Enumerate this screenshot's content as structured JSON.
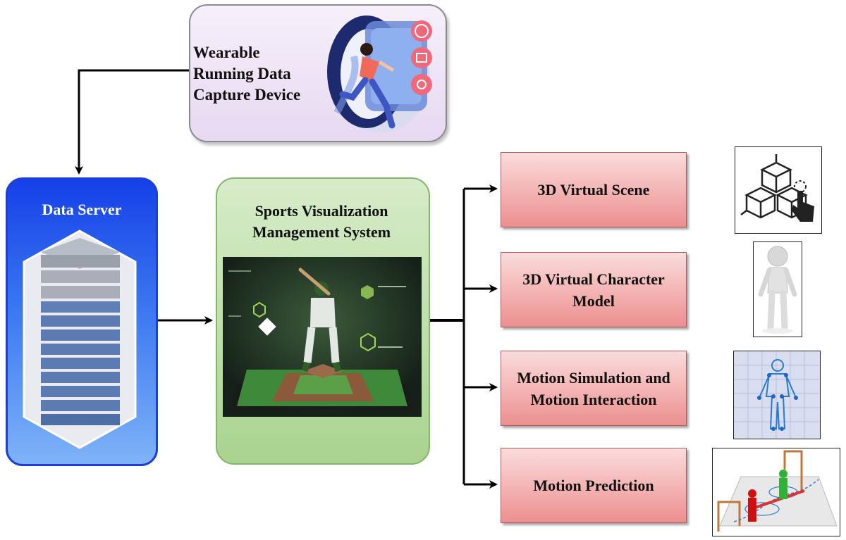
{
  "wearable": {
    "label": "Wearable Running Data Capture Device"
  },
  "data_server": {
    "label": "Data Server"
  },
  "sports_system": {
    "label": "Sports Visualization Management System"
  },
  "modules": [
    {
      "label": "3D Virtual Scene"
    },
    {
      "label": "3D Virtual Character Model"
    },
    {
      "label": "Motion Simulation and Motion Interaction"
    },
    {
      "label": "Motion Prediction"
    }
  ],
  "colors": {
    "server_blue": "#1640e8",
    "system_green": "#a9d38f",
    "module_red": "#ec8f8f",
    "wearable_purple": "#e7d9f1",
    "arrow": "#000000"
  },
  "icons": [
    "smartwatch-runner-icon",
    "server-rack-icon",
    "baseball-player-icon",
    "cubes-touch-icon",
    "3d-figure-icon",
    "skeleton-grid-icon",
    "motion-path-icon"
  ]
}
